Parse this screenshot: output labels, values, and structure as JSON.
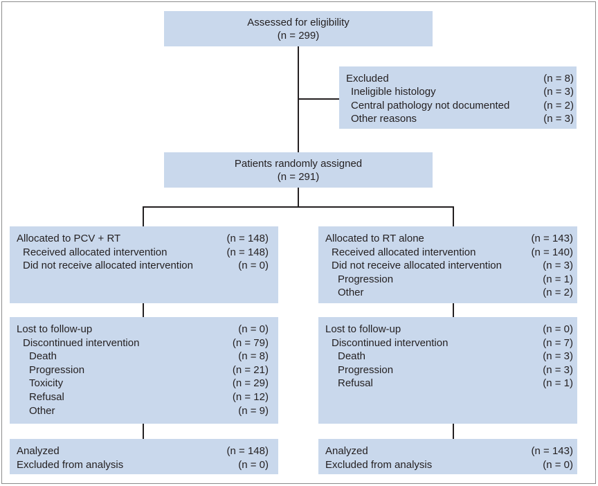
{
  "assessed": {
    "title": "Assessed for eligibility",
    "n": "(n = 299)"
  },
  "excluded": {
    "title": "Excluded",
    "n": "(n = 8)",
    "items": [
      {
        "label": "Ineligible histology",
        "n": "(n = 3)"
      },
      {
        "label": "Central pathology not documented",
        "n": "(n = 2)"
      },
      {
        "label": "Other reasons",
        "n": "(n = 3)"
      }
    ]
  },
  "randomized": {
    "title": "Patients randomly assigned",
    "n": "(n = 291)"
  },
  "left": {
    "allocation": [
      {
        "label": "Allocated to PCV + RT",
        "n": "(n = 148)",
        "level": 0
      },
      {
        "label": "Received allocated intervention",
        "n": "(n = 148)",
        "level": 1
      },
      {
        "label": "Did not receive allocated intervention",
        "n": "(n = 0)",
        "level": 1
      }
    ],
    "followup": [
      {
        "label": "Lost to follow-up",
        "n": "(n = 0)",
        "level": 0
      },
      {
        "label": "Discontinued intervention",
        "n": "(n = 79)",
        "level": 1
      },
      {
        "label": "Death",
        "n": "(n = 8)",
        "level": 2
      },
      {
        "label": "Progression",
        "n": "(n = 21)",
        "level": 2
      },
      {
        "label": "Toxicity",
        "n": "(n = 29)",
        "level": 2
      },
      {
        "label": "Refusal",
        "n": "(n = 12)",
        "level": 2
      },
      {
        "label": "Other",
        "n": "(n = 9)",
        "level": 2
      }
    ],
    "analysis": [
      {
        "label": "Analyzed",
        "n": "(n = 148)",
        "level": 0
      },
      {
        "label": "Excluded from analysis",
        "n": "(n = 0)",
        "level": 0
      }
    ]
  },
  "right": {
    "allocation": [
      {
        "label": "Allocated to RT alone",
        "n": "(n = 143)",
        "level": 0
      },
      {
        "label": "Received allocated intervention",
        "n": "(n = 140)",
        "level": 1
      },
      {
        "label": "Did not receive allocated intervention",
        "n": "(n = 3)",
        "level": 1
      },
      {
        "label": "Progression",
        "n": "(n = 1)",
        "level": 2
      },
      {
        "label": "Other",
        "n": "(n = 2)",
        "level": 2
      }
    ],
    "followup": [
      {
        "label": "Lost to follow-up",
        "n": "(n = 0)",
        "level": 0
      },
      {
        "label": "Discontinued intervention",
        "n": "(n = 7)",
        "level": 1
      },
      {
        "label": "Death",
        "n": "(n = 3)",
        "level": 2
      },
      {
        "label": "Progression",
        "n": "(n = 3)",
        "level": 2
      },
      {
        "label": "Refusal",
        "n": "(n = 1)",
        "level": 2
      }
    ],
    "analysis": [
      {
        "label": "Analyzed",
        "n": "(n = 143)",
        "level": 0
      },
      {
        "label": "Excluded from analysis",
        "n": "(n = 0)",
        "level": 0
      }
    ]
  },
  "colors": {
    "box_fill": "#c9d8ec",
    "line": "#231f20",
    "frame": "#8a8a8a"
  }
}
